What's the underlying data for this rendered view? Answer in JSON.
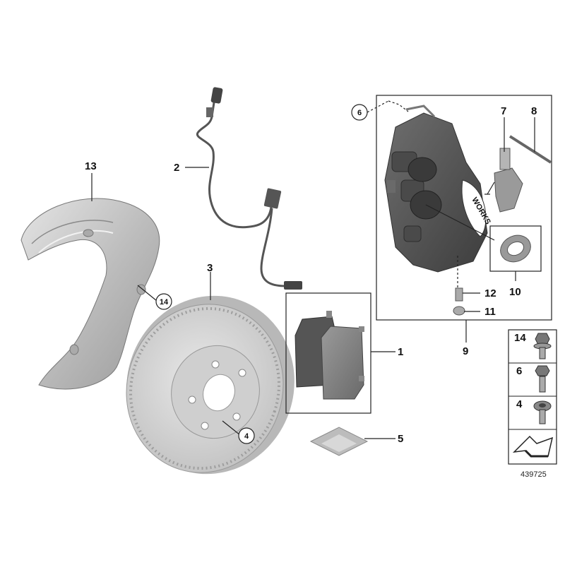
{
  "callouts": {
    "c1": "1",
    "c2": "2",
    "c3": "3",
    "c4": "4",
    "c5": "5",
    "c6": "6",
    "c7": "7",
    "c8": "8",
    "c9": "9",
    "c10": "10",
    "c11": "11",
    "c12": "12",
    "c13": "13",
    "c14": "14"
  },
  "legend": {
    "items": [
      {
        "num": "14",
        "icon": "flange-bolt-icon"
      },
      {
        "num": "6",
        "icon": "hex-bolt-icon"
      },
      {
        "num": "4",
        "icon": "socket-screw-icon"
      }
    ],
    "arrow_icon": "direction-arrow-icon"
  },
  "caliper_text": "WORKS",
  "diagram_id": "439725",
  "colors": {
    "line": "#222222",
    "caliper": "#555555",
    "disc": "#d9d9d9",
    "shield": "#cfcfcf"
  }
}
